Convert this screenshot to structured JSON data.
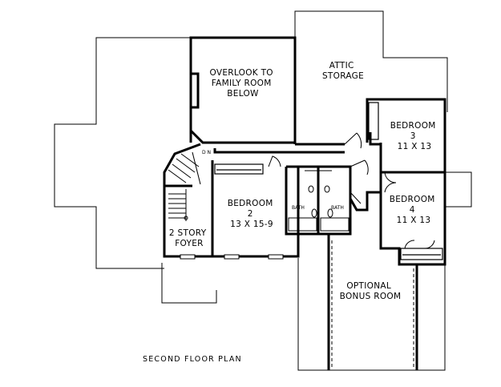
{
  "plan": {
    "caption": "SECOND FLOOR PLAN",
    "rooms": {
      "overlook": [
        "OVERLOOK TO",
        "FAMILY ROOM",
        "BELOW"
      ],
      "attic": [
        "ATTIC",
        "STORAGE"
      ],
      "bedroom3": [
        "BEDROOM",
        "3",
        "11 X 13"
      ],
      "bedroom4": [
        "BEDROOM",
        "4",
        "11 X 13"
      ],
      "bedroom2": [
        "BEDROOM",
        "2",
        "13 X 15-9"
      ],
      "foyer": [
        "2 STORY",
        "FOYER"
      ],
      "bonus": [
        "OPTIONAL",
        "BONUS ROOM"
      ]
    },
    "small_labels": {
      "stair_dn": "D N",
      "bath_left": "BATH",
      "bath_right": "BATH"
    }
  }
}
